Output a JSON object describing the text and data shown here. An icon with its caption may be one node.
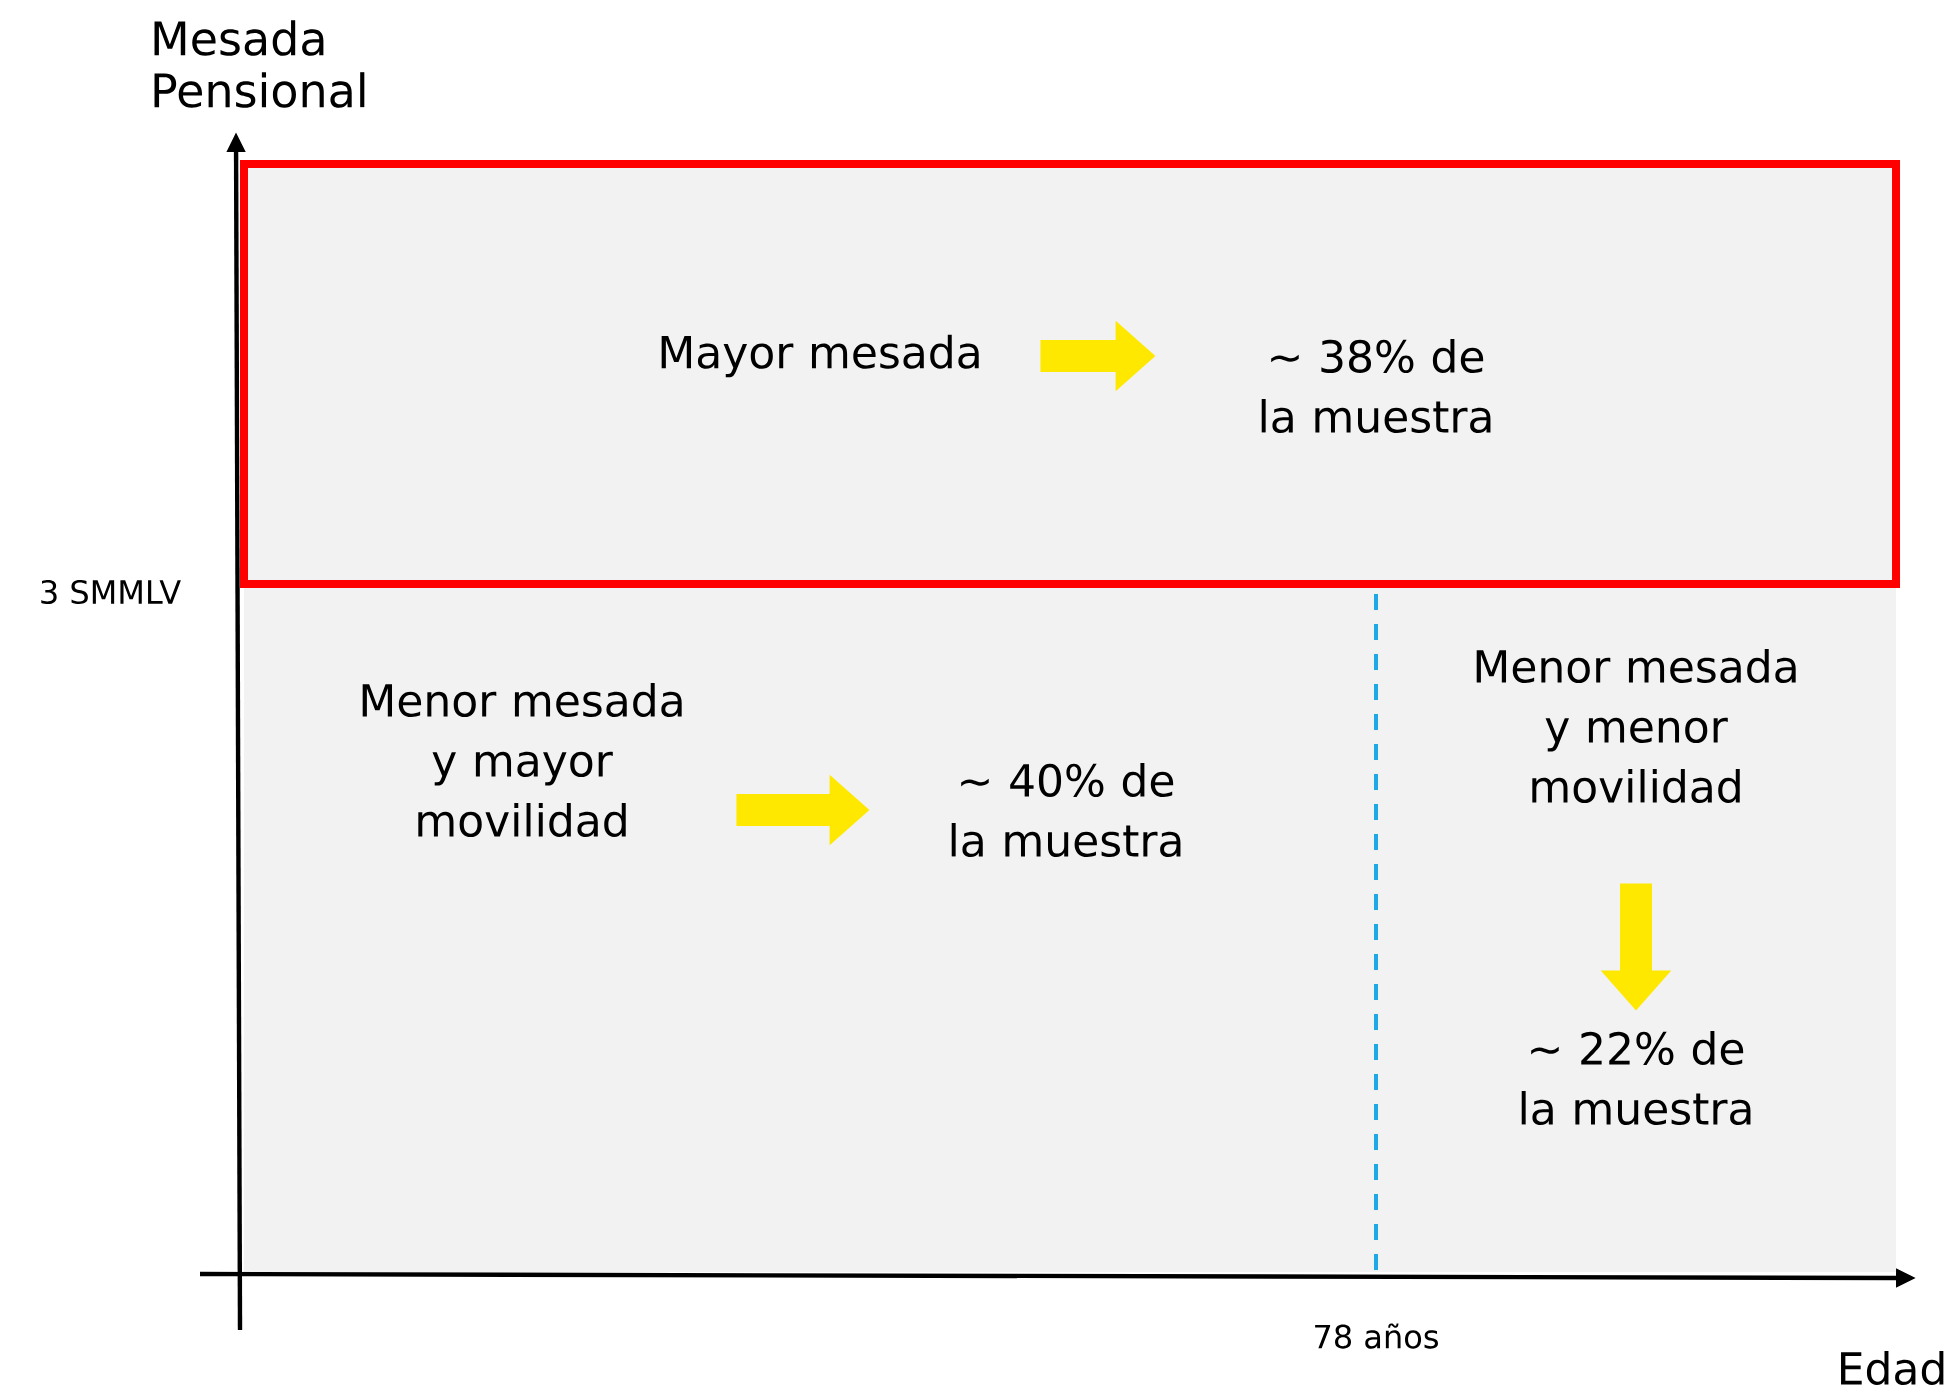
{
  "diagram": {
    "nodes": [
      {
        "text": [],
        "shape": "box"
      },
      {
        "text": [
          "Mayor mesada"
        ],
        "in": 0
      },
      {
        "text": [
          "~ 38% de la muestra"
        ],
        "in": 0
      },
      {
        "text": [
          "Menor mesada y mayor movilidad"
        ]
      },
      {
        "text": [
          "~ 40% de la muestra"
        ]
      },
      {
        "text": [
          "Menor mesada y menor movilidad"
        ]
      },
      {
        "text": [
          "~ 22% de la muestra"
        ]
      }
    ],
    "edges": [
      {
        "from": 1,
        "to": 2,
        "arrow": "to"
      },
      {
        "from": 3,
        "to": 4,
        "arrow": "to"
      },
      {
        "from": 5,
        "to": 6,
        "arrow": "to"
      }
    ],
    "labels": [
      "Mesada Pensional",
      "3 SMMLV",
      "78 años",
      "Edad"
    ]
  }
}
